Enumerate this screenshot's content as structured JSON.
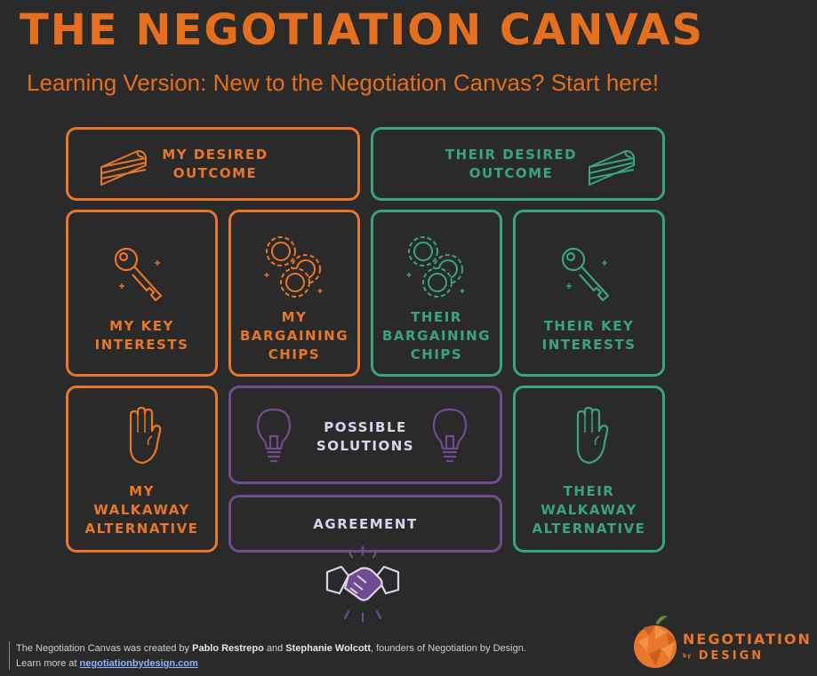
{
  "header": {
    "title": "THE NEGOTIATION CANVAS",
    "subtitle": "Learning Version: New to the Negotiation Canvas? Start here!"
  },
  "colors": {
    "background": "#2b2a2a",
    "mine": "#e8762b",
    "theirs": "#3aa383",
    "shared": "#6d4d8f",
    "shared_text": "#ddd3ea"
  },
  "canvas": {
    "my_desired_outcome": "MY DESIRED\nOUTCOME",
    "their_desired_outcome": "THEIR DESIRED\nOUTCOME",
    "my_key_interests": "MY KEY\nINTERESTS",
    "my_bargaining_chips": "MY\nBARGAINING\nCHIPS",
    "their_bargaining_chips": "THEIR\nBARGAINING\nCHIPS",
    "their_key_interests": "THEIR KEY\nINTERESTS",
    "my_walkaway_alternative": "MY\nWALKAWAY\nALTERNATIVE",
    "possible_solutions": "POSSIBLE\nSOLUTIONS",
    "agreement": "AGREEMENT",
    "their_walkaway_alternative": "THEIR\nWALKAWAY\nALTERNATIVE"
  },
  "icons": [
    "pie-slice-icon",
    "key-icon",
    "poker-chips-icon",
    "hand-stop-icon",
    "lightbulb-icon",
    "handshake-icon",
    "orange-fruit-logo-icon"
  ],
  "footer": {
    "line1_prefix": "The Negotiation Canvas was created by ",
    "author1": "Pablo Restrepo",
    "line1_and": " and ",
    "author2": "Stephanie Wolcott",
    "line1_suffix": ", founders of Negotiation by Design.",
    "line2_prefix": "Learn more at ",
    "link": "negotiationbydesign.com"
  },
  "brand": {
    "name": "NEGOTIATION",
    "by": "by",
    "design": "DESIGN"
  }
}
